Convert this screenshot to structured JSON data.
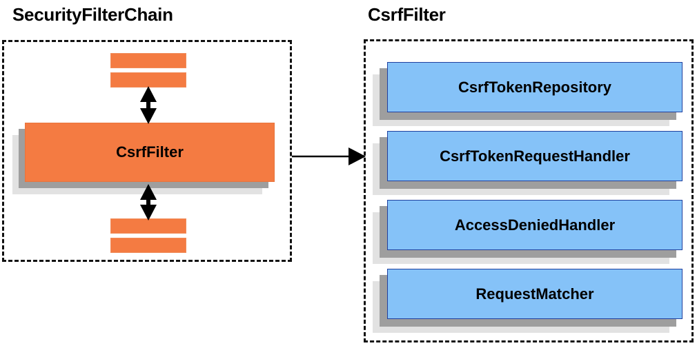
{
  "diagram": {
    "type": "architecture-block-diagram",
    "colors": {
      "orange_fill": "#f47b42",
      "orange_border": "#e8743c",
      "blue_fill": "#85c2f8",
      "blue_border": "#1f3f9e",
      "shadow_dark": "#9e9e9e",
      "shadow_light": "#e2e2e2",
      "outline": "#111111",
      "text": "#000000"
    },
    "groups": [
      {
        "id": "security-filter-chain",
        "title": "SecurityFilterChain",
        "border_style": "dashed",
        "nodes": [
          {
            "id": "slat-top-1",
            "label": "",
            "shape": "slat"
          },
          {
            "id": "slat-top-2",
            "label": "",
            "shape": "slat"
          },
          {
            "id": "csrf-filter",
            "label": "CsrfFilter",
            "shape": "stacked-block",
            "color": "orange"
          },
          {
            "id": "slat-bottom-1",
            "label": "",
            "shape": "slat"
          },
          {
            "id": "slat-bottom-2",
            "label": "",
            "shape": "slat"
          }
        ]
      },
      {
        "id": "csrf-filter-detail",
        "title": "CsrfFilter",
        "border_style": "dashed",
        "nodes": [
          {
            "id": "csrf-token-repository",
            "label": "CsrfTokenRepository",
            "shape": "stacked-block",
            "color": "blue"
          },
          {
            "id": "csrf-token-request-handler",
            "label": "CsrfTokenRequestHandler",
            "shape": "stacked-block",
            "color": "blue"
          },
          {
            "id": "access-denied-handler",
            "label": "AccessDeniedHandler",
            "shape": "stacked-block",
            "color": "blue"
          },
          {
            "id": "request-matcher",
            "label": "RequestMatcher",
            "shape": "stacked-block",
            "color": "blue"
          }
        ]
      }
    ],
    "connectors": [
      {
        "id": "conn-up",
        "from": "csrf-filter",
        "to": "slat-top-2",
        "style": "double-arrow-vertical"
      },
      {
        "id": "conn-down",
        "from": "csrf-filter",
        "to": "slat-bottom-1",
        "style": "double-arrow-vertical"
      },
      {
        "id": "conn-expand",
        "from": "security-filter-chain",
        "to": "csrf-filter-detail",
        "style": "single-arrow-horizontal"
      }
    ]
  }
}
